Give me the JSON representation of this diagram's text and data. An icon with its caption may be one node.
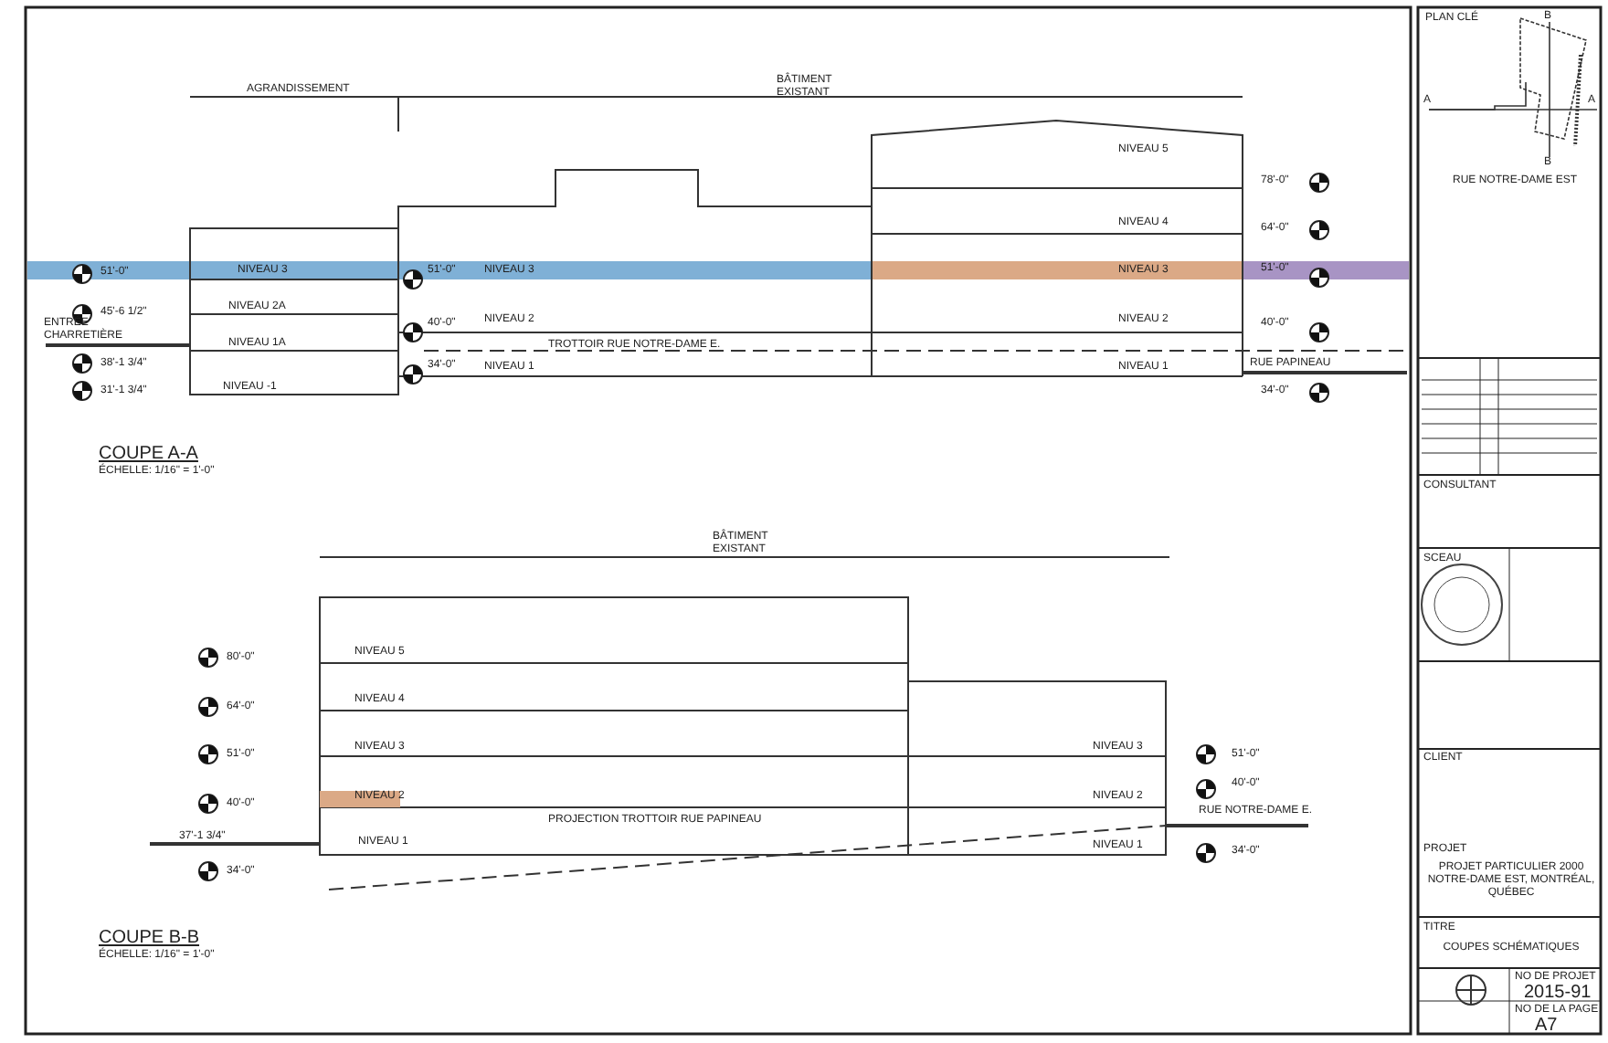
{
  "diagram": {
    "labels": [
      "AGRANDISSEMENT",
      "BÂTIMENT EXISTANT",
      "NIVEAU 5",
      "NIVEAU 4",
      "NIVEAU 3",
      "NIVEAU 3",
      "NIVEAU 3",
      "NIVEAU 2A",
      "NIVEAU 1A",
      "NIVEAU 2",
      "NIVEAU 2",
      "TROTTOIR RUE NOTRE-DAME E.",
      "NIVEAU -1",
      "NIVEAU 1",
      "NIVEAU 1",
      "ENTRÉE CHARRETIÈRE",
      "RUE PAPINEAU",
      "51'-0\"",
      "45'-6 1/2\"",
      "38'-1 3/4\"",
      "31'-1 3/4\"",
      "51'-0\"",
      "40'-0\"",
      "34'-0\"",
      "78'-0\"",
      "64'-0\"",
      "51'-0\"",
      "40'-0\"",
      "34'-0\"",
      "COUPE A-A",
      "ÉCHELLE: 1/16\" = 1'-0\"",
      "BÂTIMENT EXISTANT",
      "NIVEAU 5",
      "NIVEAU 4",
      "NIVEAU 3",
      "NIVEAU 2",
      "NIVEAU 1",
      "PROJECTION TROTTOIR RUE PAPINEAU",
      "NIVEAU 3",
      "NIVEAU 2",
      "NIVEAU 1",
      "80'-0\"",
      "64'-0\"",
      "51'-0\"",
      "40'-0\"",
      "37'-1 3/4\"",
      "34'-0\"",
      "51'-0\"",
      "40'-0\"",
      "RUE NOTRE-DAME E.",
      "34'-0\"",
      "COUPE B-B",
      "ÉCHELLE: 1/16\" = 1'-0\"",
      "PLAN CLÉ",
      "A",
      "A",
      "B",
      "B",
      "RUE NOTRE-DAME EST",
      "CONSULTANT",
      "SCEAU",
      "CLIENT",
      "PROJET",
      "PROJET PARTICULIER 2000 NOTRE-DAME EST, MONTRÉAL, QUÉBEC",
      "TITRE",
      "COUPES SCHÉMATIQUES",
      "NO DE PROJET",
      "2015-91",
      "NO DE LA PAGE",
      "A7"
    ]
  }
}
